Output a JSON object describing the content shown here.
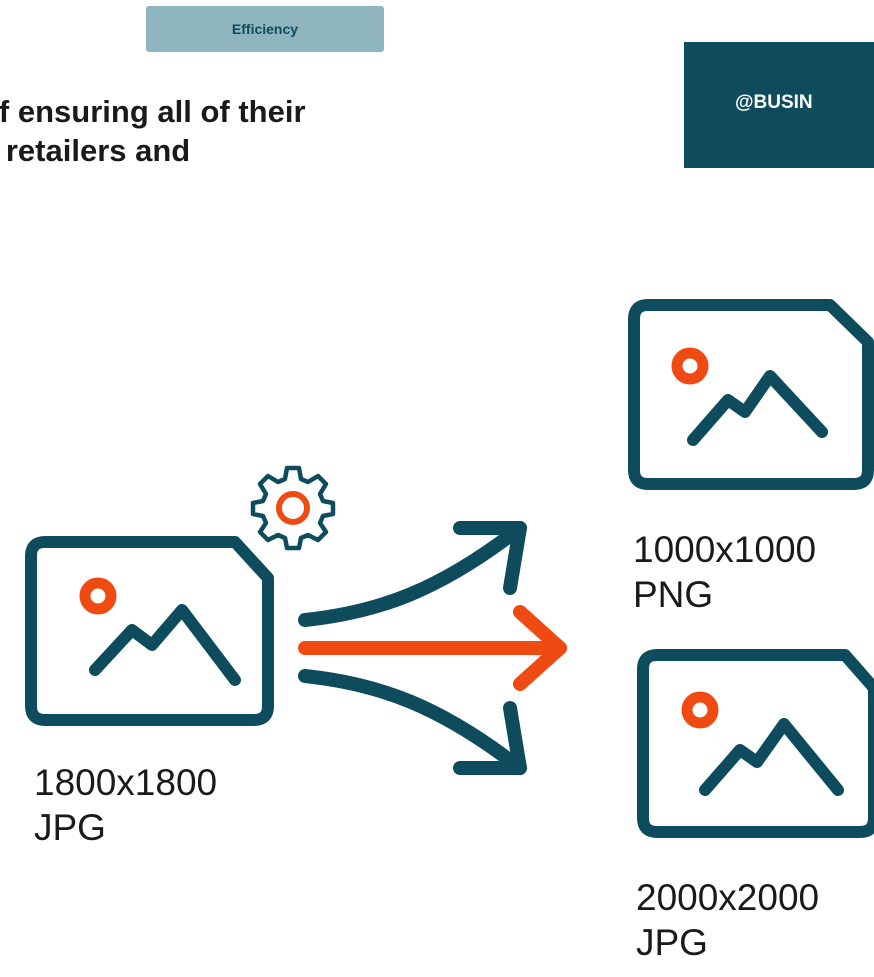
{
  "tag": {
    "label": "Efficiency"
  },
  "headline": {
    "line1": "of ensuring all of their",
    "line2": "e retailers and"
  },
  "handle": {
    "text": "@BUSIN"
  },
  "source_image": {
    "size": "1800x1800",
    "format": "JPG",
    "icon": "image-icon"
  },
  "settings_icon": {
    "icon": "gear-icon"
  },
  "outputs": [
    {
      "size": "1000x1000",
      "format": "PNG",
      "icon": "image-icon"
    },
    {
      "size": "2000x2000",
      "format": "JPG",
      "icon": "image-icon"
    }
  ],
  "colors": {
    "teal": "#0e4c5d",
    "orange": "#f04a13",
    "tag_bg": "#8fb5be"
  }
}
